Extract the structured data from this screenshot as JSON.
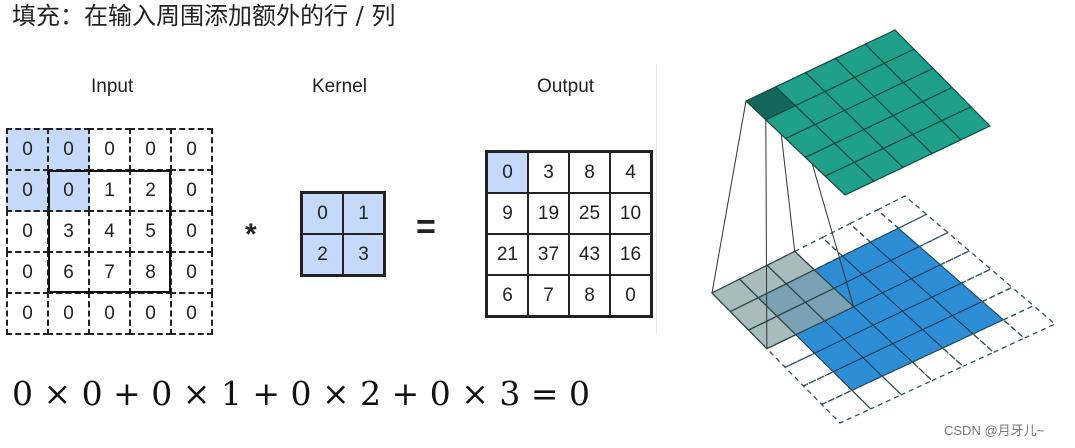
{
  "title": "填充：在输入周围添加额外的行 / 列",
  "labels": {
    "input": "Input",
    "kernel": "Kernel",
    "output": "Output"
  },
  "operators": {
    "multiply": "*",
    "equals": "="
  },
  "input": [
    [
      "0",
      "0",
      "0",
      "0",
      "0"
    ],
    [
      "0",
      "0",
      "1",
      "2",
      "0"
    ],
    [
      "0",
      "3",
      "4",
      "5",
      "0"
    ],
    [
      "0",
      "6",
      "7",
      "8",
      "0"
    ],
    [
      "0",
      "0",
      "0",
      "0",
      "0"
    ]
  ],
  "kernel": [
    [
      "0",
      "1"
    ],
    [
      "2",
      "3"
    ]
  ],
  "output": [
    [
      "0",
      "3",
      "8",
      "4"
    ],
    [
      "9",
      "19",
      "25",
      "10"
    ],
    [
      "21",
      "37",
      "43",
      "16"
    ],
    [
      "6",
      "7",
      "8",
      "0"
    ]
  ],
  "formula": "0 × 0 + 0 × 1 + 0 × 2 + 0 × 3 = 0",
  "watermark": "CSDN @月牙儿~",
  "colors": {
    "highlight": "#c5dafb",
    "output_teal": "#1fa08a",
    "output_highlight": "#12665a",
    "input_blue": "#2d8ed6",
    "window_gray": "#8fa8ab"
  }
}
